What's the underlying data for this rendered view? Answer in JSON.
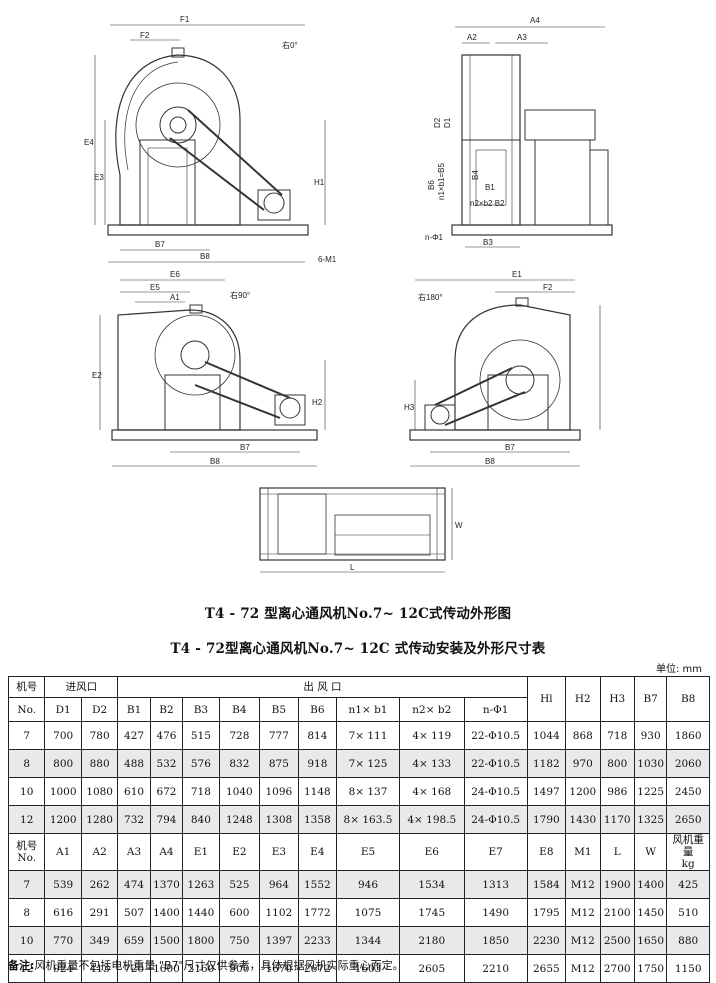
{
  "drawing_labels": {
    "top_left": {
      "F1": "F1",
      "F2": "F2",
      "angle": "右0°",
      "E4": "E4",
      "E3": "E3",
      "H1": "H1",
      "B7": "B7",
      "B8": "B8",
      "holes": "6-M1"
    },
    "top_right": {
      "A4": "A4",
      "A2": "A2",
      "A3": "A3",
      "D1": "D1",
      "D2": "D2",
      "B4": "B4",
      "B6": "B6",
      "nb": "n1×b1=B5",
      "B1": "B1",
      "n2": "n2×b2 B2",
      "phi": "n-Φ1",
      "B3": "B3"
    },
    "mid_left": {
      "E6": "E6",
      "E5": "E5",
      "A1": "A1",
      "angle": "右90°",
      "E2": "E2",
      "H2": "H2",
      "B7": "B7",
      "B8": "B8"
    },
    "mid_right": {
      "E1": "E1",
      "E2": "F2",
      "angle": "右180°",
      "H3": "H3",
      "B7": "B7",
      "B8": "B8"
    },
    "bottom": {
      "W": "W",
      "L": "L"
    }
  },
  "caption_figure": "T4 - 72 型离心通风机No.7~ 12C式传动外形图",
  "caption_table": "T4 - 72型离心通风机No.7~ 12C 式传动安装及外形尺寸表",
  "unit": "单位: mm",
  "table1": {
    "machine": "机号",
    "no": "No.",
    "inlet": "进风口",
    "outlet": "出    风    口",
    "cols": [
      "D1",
      "D2",
      "B1",
      "B2",
      "B3",
      "B4",
      "B5",
      "B6",
      "n1× b1",
      "n2× b2",
      "n-Φ1"
    ],
    "hcols": [
      "Hl",
      "H2",
      "H3",
      "B7",
      "B8"
    ],
    "rows": [
      [
        "7",
        "700",
        "780",
        "427",
        "476",
        "515",
        "728",
        "777",
        "814",
        "7× 111",
        "4× 119",
        "22-Φ10.5",
        "1044",
        "868",
        "718",
        "930",
        "1860"
      ],
      [
        "8",
        "800",
        "880",
        "488",
        "532",
        "576",
        "832",
        "875",
        "918",
        "7× 125",
        "4× 133",
        "22-Φ10.5",
        "1182",
        "970",
        "800",
        "1030",
        "2060"
      ],
      [
        "10",
        "1000",
        "1080",
        "610",
        "672",
        "718",
        "1040",
        "1096",
        "1148",
        "8× 137",
        "4× 168",
        "24-Φ10.5",
        "1497",
        "1200",
        "986",
        "1225",
        "2450"
      ],
      [
        "12",
        "1200",
        "1280",
        "732",
        "794",
        "840",
        "1248",
        "1308",
        "1358",
        "8× 163.5",
        "4× 198.5",
        "24-Φ10.5",
        "1790",
        "1430",
        "1170",
        "1325",
        "2650"
      ]
    ]
  },
  "table2": {
    "machine": "机号",
    "no": "No.",
    "cols": [
      "A1",
      "A2",
      "A3",
      "A4",
      "E1",
      "E2",
      "E3",
      "E4",
      "E5",
      "E6",
      "E7",
      "E8",
      "M1",
      "L",
      "W"
    ],
    "weight": "风机重量",
    "weight_unit": "kg",
    "rows": [
      [
        "7",
        "539",
        "262",
        "474",
        "1370",
        "1263",
        "525",
        "964",
        "1552",
        "946",
        "1534",
        "1313",
        "1584",
        "M12",
        "1900",
        "1400",
        "425"
      ],
      [
        "8",
        "616",
        "291",
        "507",
        "1400",
        "1440",
        "600",
        "1102",
        "1772",
        "1075",
        "1745",
        "1490",
        "1795",
        "M12",
        "2100",
        "1450",
        "510"
      ],
      [
        "10",
        "770",
        "349",
        "659",
        "1500",
        "1800",
        "750",
        "1397",
        "2233",
        "1344",
        "2180",
        "1850",
        "2230",
        "M12",
        "2500",
        "1650",
        "880"
      ],
      [
        "12",
        "924",
        "413",
        "720",
        "1600",
        "2160",
        "900",
        "1670",
        "2672",
        "1603",
        "2605",
        "2210",
        "2655",
        "M12",
        "2700",
        "1750",
        "1150"
      ]
    ]
  },
  "note_label": "备注:",
  "note_text": "风机重量不包括电机重量 \"B7\"尺寸仅供参考，具体根据风机实际重心而定。"
}
